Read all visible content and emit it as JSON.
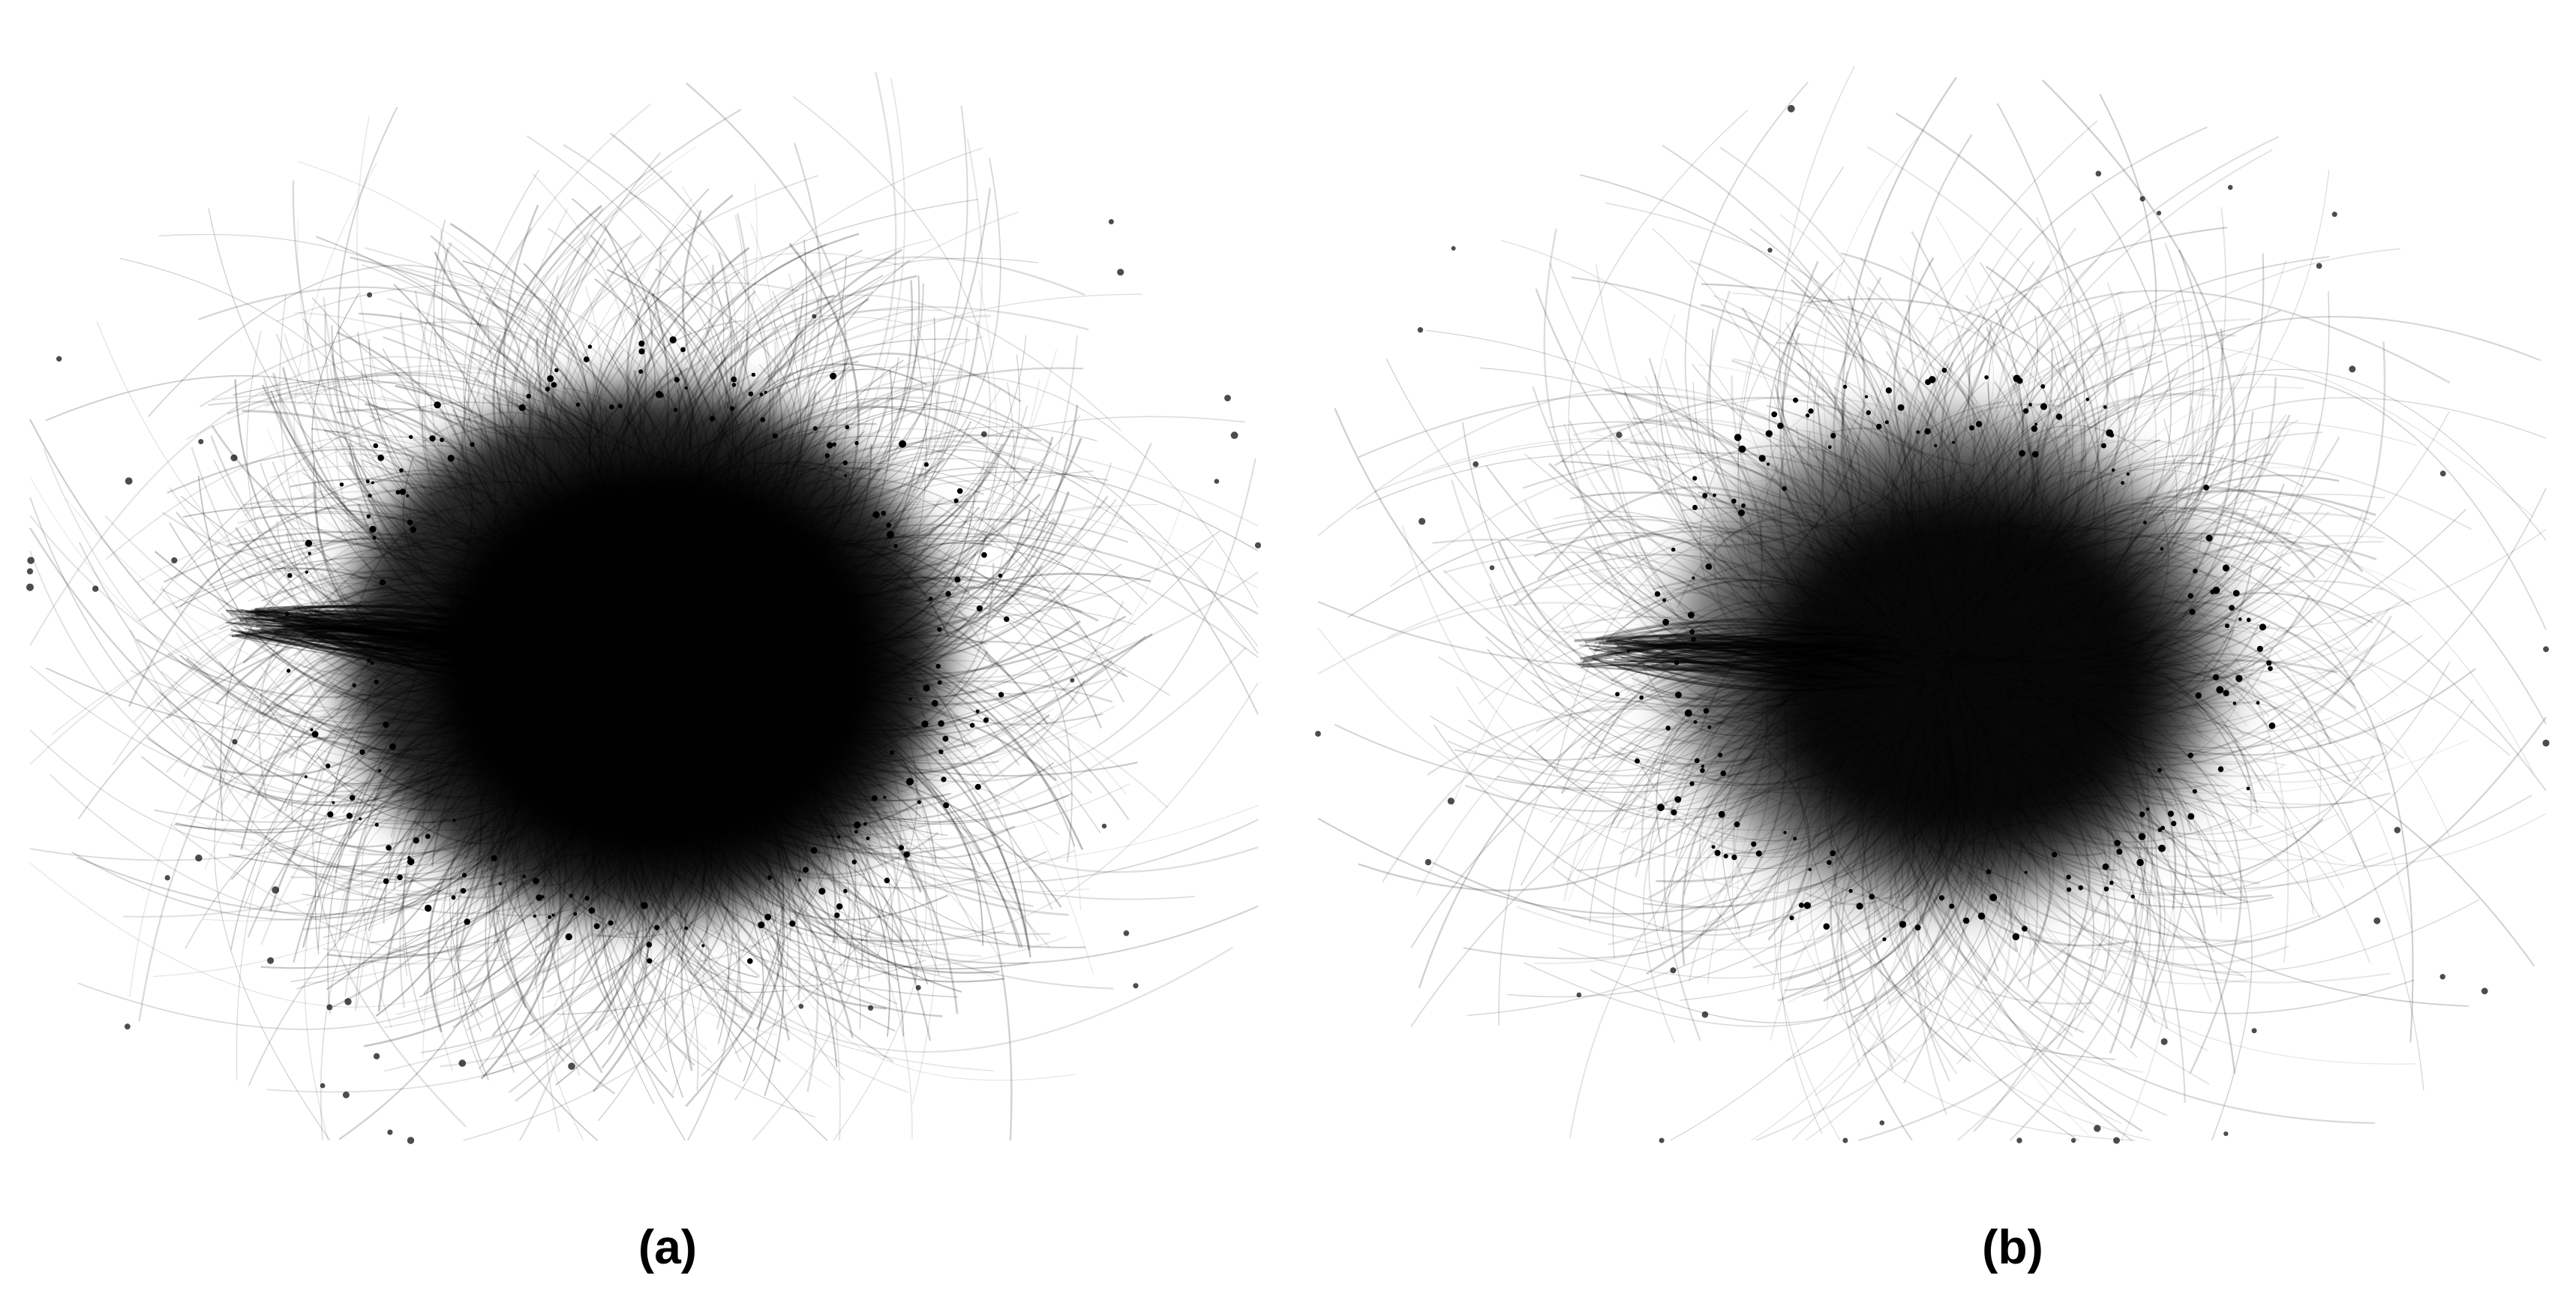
{
  "panels": [
    {
      "label": "(a)",
      "network_density": "dense",
      "edge_color": "#000000",
      "core_color": "#000000"
    },
    {
      "label": "(b)",
      "network_density": "sparser",
      "edge_color": "#000000",
      "core_color": "#000000"
    }
  ],
  "colors": {
    "background": "#ffffff",
    "ink": "#000000"
  }
}
